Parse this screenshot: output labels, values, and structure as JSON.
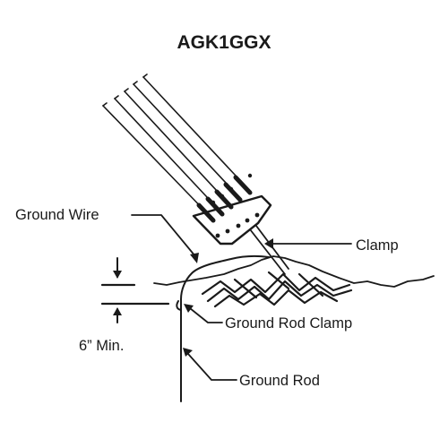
{
  "title": "AGK1GGX",
  "labels": {
    "ground_wire": "Ground Wire",
    "clamp": "Clamp",
    "ground_rod_clamp": "Ground Rod Clamp",
    "depth": "6”  Min.",
    "ground_rod": "Ground Rod"
  },
  "colors": {
    "ink": "#1a1a1a",
    "background": "#ffffff"
  }
}
